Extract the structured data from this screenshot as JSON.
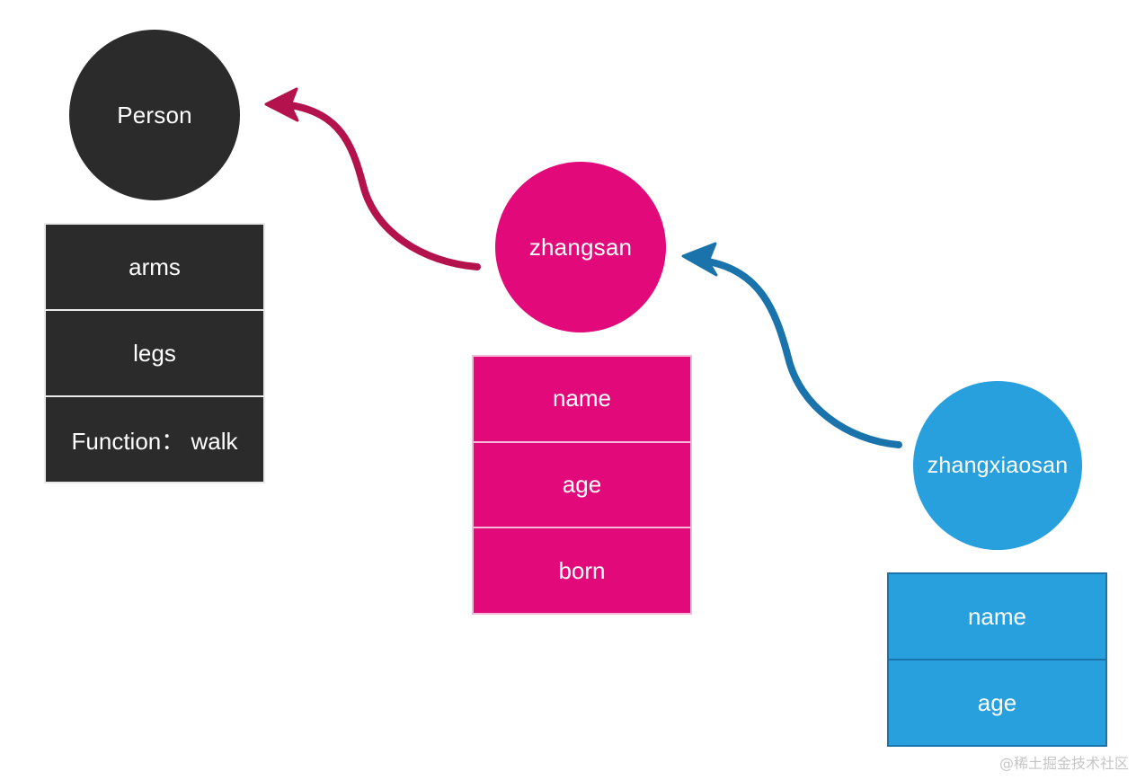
{
  "diagram": {
    "title": "prototype-chain-diagram",
    "background": "#ffffff",
    "nodes": [
      {
        "id": "person",
        "label": "Person",
        "shape": "circle",
        "color": "#2b2b2b",
        "text_color": "#ffffff",
        "properties": [
          "arms",
          "legs",
          "Function： walk"
        ]
      },
      {
        "id": "zhangsan",
        "label": "zhangsan",
        "shape": "circle",
        "color": "#e2097a",
        "text_color": "#ffffff",
        "properties": [
          "name",
          "age",
          "born"
        ]
      },
      {
        "id": "zhangxiaosan",
        "label": "zhangxiaosan",
        "shape": "circle",
        "color": "#27a0dd",
        "text_color": "#ffffff",
        "properties": [
          "name",
          "age"
        ]
      }
    ],
    "edges": [
      {
        "id": "zhangsan-to-person",
        "from": "zhangsan",
        "to": "person",
        "color": "#b4124c",
        "style": "curved-arrow"
      },
      {
        "id": "zhangxiaosan-to-zhangsan",
        "from": "zhangxiaosan",
        "to": "zhangsan",
        "color": "#1a74ab",
        "style": "curved-arrow"
      }
    ]
  },
  "person_circle": {
    "label": "Person"
  },
  "zhangsan_circle": {
    "label": "zhangsan"
  },
  "zhangxiaosan_circle": {
    "label": "zhangxiaosan"
  },
  "person_table": {
    "rows": [
      "arms",
      "legs",
      "Function： walk"
    ]
  },
  "zhangsan_table": {
    "rows": [
      "name",
      "age",
      "born"
    ]
  },
  "zhangxiaosan_table": {
    "rows": [
      "name",
      "age"
    ]
  },
  "watermark": {
    "text": "@稀土掘金技术社区"
  }
}
